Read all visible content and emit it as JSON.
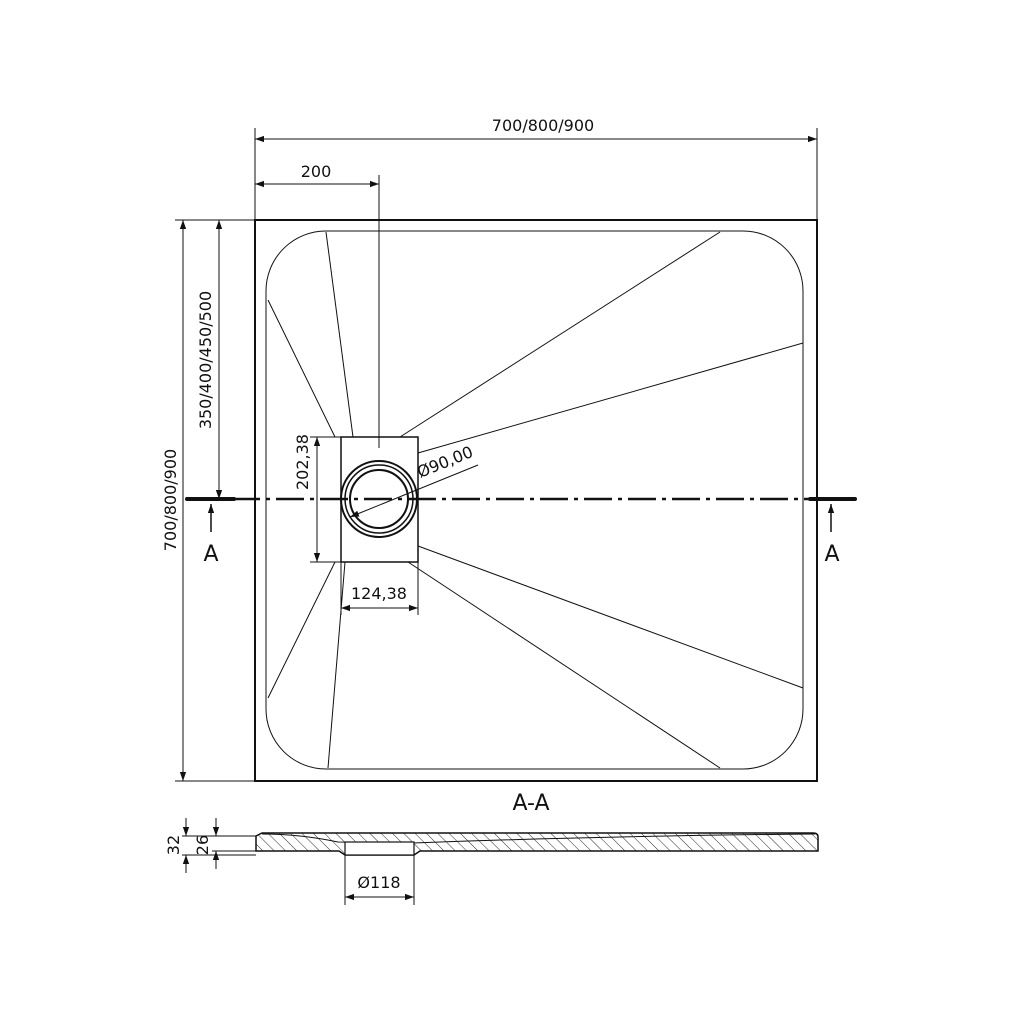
{
  "dimensions": {
    "width": "700/800/900",
    "height": "700/800/900",
    "drain_offset_x": "200",
    "drain_offset_y": "350/400/450/500",
    "drain_height": "202,38",
    "drain_width": "124,38",
    "drain_diameter": "Ø90,00",
    "outlet_diameter": "Ø118",
    "total_thickness": "32",
    "edge_thickness": "26"
  },
  "section": {
    "marker_left": "A",
    "marker_right": "A",
    "title": "A-A"
  }
}
